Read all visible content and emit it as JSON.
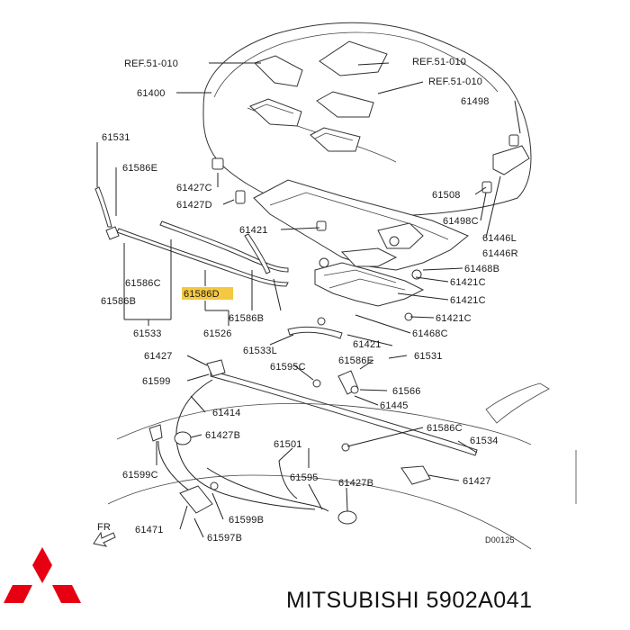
{
  "diagram": {
    "labels": {
      "ref1": "REF.51-010",
      "ref2": "REF.51-010",
      "ref3": "REF.51-010",
      "p61400": "61400",
      "p61498": "61498",
      "p61531a": "61531",
      "p61586e": "61586E",
      "p61427c": "61427C",
      "p61427d": "61427D",
      "p61508": "61508",
      "p61498c": "61498C",
      "p61446l": "61446L",
      "p61446r": "61446R",
      "p61421a": "61421",
      "p61468b": "61468B",
      "p61421c1": "61421C",
      "p61421c2": "61421C",
      "p61421c3": "61421C",
      "p61586c1": "61586C",
      "p61586d": "61586D",
      "p61586b1": "61586B",
      "p61586b2": "61586B",
      "p61533": "61533",
      "p61526": "61526",
      "p61533l": "61533L",
      "p61468c": "61468C",
      "p61421b": "61421",
      "p61531b": "61531",
      "p61586e2": "61586E",
      "p61427a": "61427",
      "p61595c": "61595C",
      "p61599": "61599",
      "p61566": "61566",
      "p61445": "61445",
      "p61414": "61414",
      "p61427b1": "61427B",
      "p61586c2": "61586C",
      "p61534": "61534",
      "p61501": "61501",
      "p61599c": "61599C",
      "p61595": "61595",
      "p61427b2": "61427B",
      "p61427b": "61427",
      "p61471": "61471",
      "p61599b": "61599B",
      "p61597b": "61597B",
      "fr": "FR",
      "code": "D00125"
    }
  },
  "footer": {
    "brand_text": "MITSUBISHI 5902A041",
    "logo_icon": "mitsubishi-three-diamond-logo",
    "logo_color": "#e60012"
  },
  "colors": {
    "highlight": "#f5c842",
    "line": "#222222"
  }
}
